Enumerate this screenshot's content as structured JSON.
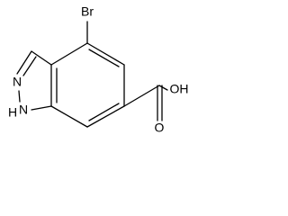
{
  "molecule": {
    "atoms": {
      "bromine": "Br",
      "n1": "N",
      "nh": "N",
      "nh_hydrogen": "H",
      "hydroxyl": "OH",
      "carbonyl_oxygen": "O"
    }
  }
}
